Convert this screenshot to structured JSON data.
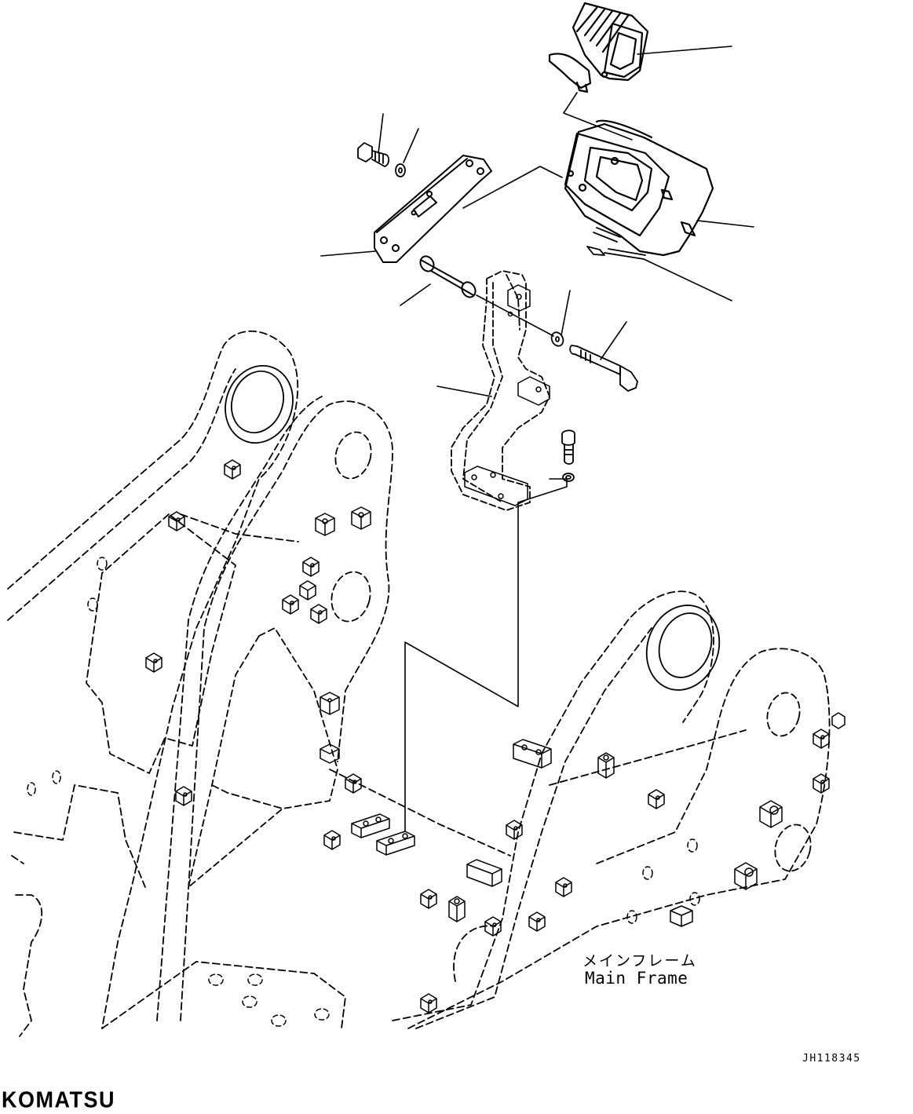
{
  "labels": {
    "main_frame_jp": "メインフレーム",
    "main_frame_en": "Main Frame"
  },
  "drawing_code": "JH118345",
  "brand": "KOMATSU",
  "colors": {
    "line": "#000000",
    "background": "#ffffff"
  }
}
